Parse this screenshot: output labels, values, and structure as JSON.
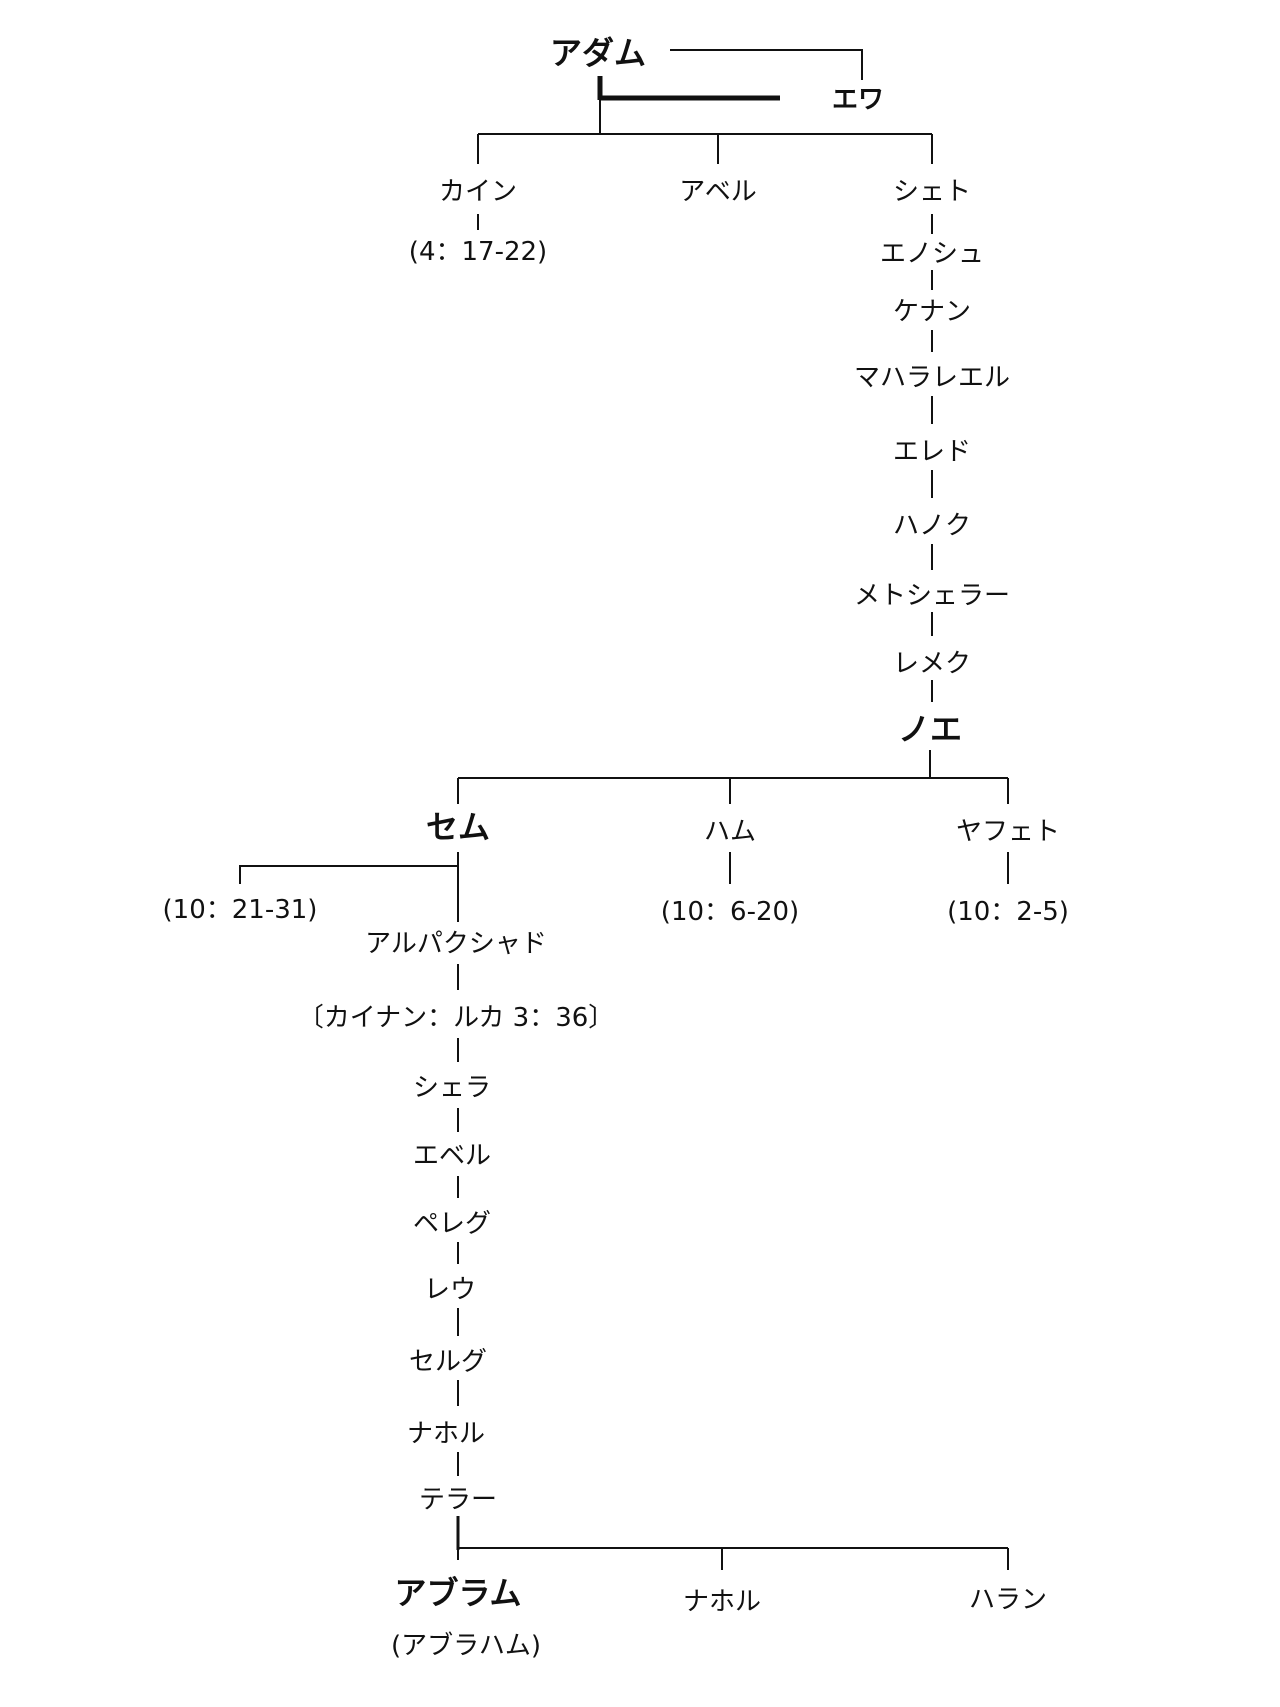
{
  "names": {
    "adam": "アダム",
    "eve": "エワ",
    "cain": "カイン",
    "cain_ref": "(4：17-22)",
    "abel": "アベル",
    "seth": "シェト",
    "enosh": "エノシュ",
    "kenan": "ケナン",
    "mahalalel": "マハラレエル",
    "jared": "エレド",
    "enoch": "ハノク",
    "methuselah": "メトシェラー",
    "lamech": "レメク",
    "noah": "ノエ",
    "shem": "セム",
    "shem_ref": "(10：21-31)",
    "ham": "ハム",
    "ham_ref": "(10：6-20)",
    "japheth": "ヤフェト",
    "japheth_ref": "(10：2-5)",
    "arpachshad": "アルパクシャド",
    "cainan": "〔カイナン：ルカ 3：36〕",
    "shelah": "シェラ",
    "eber": "エベル",
    "peleg": "ペレグ",
    "reu": "レウ",
    "serug": "セルグ",
    "nahor1": "ナホル",
    "terah": "テラー",
    "abram": "アブラム",
    "abram_alt": "(アブラハム)",
    "nahor2": "ナホル",
    "haran": "ハラン"
  }
}
